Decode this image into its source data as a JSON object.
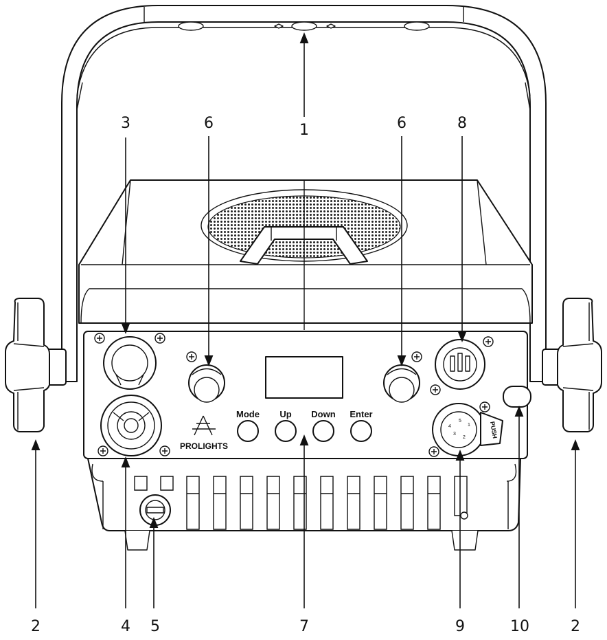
{
  "callouts": {
    "c1": "1",
    "c2_left": "2",
    "c2_right": "2",
    "c3": "3",
    "c4": "4",
    "c5": "5",
    "c6_left": "6",
    "c6_right": "6",
    "c7": "7",
    "c8": "8",
    "c9": "9",
    "c10": "10"
  },
  "buttons": {
    "mode": "Mode",
    "up": "Up",
    "down": "Down",
    "enter": "Enter"
  },
  "logo": "PROLIGHTS",
  "push_label": "PUSH",
  "xlr_pins": [
    "1",
    "2",
    "3",
    "4",
    "5"
  ],
  "colors": {
    "line": "#111111",
    "background": "#ffffff",
    "grille": "#222222"
  }
}
